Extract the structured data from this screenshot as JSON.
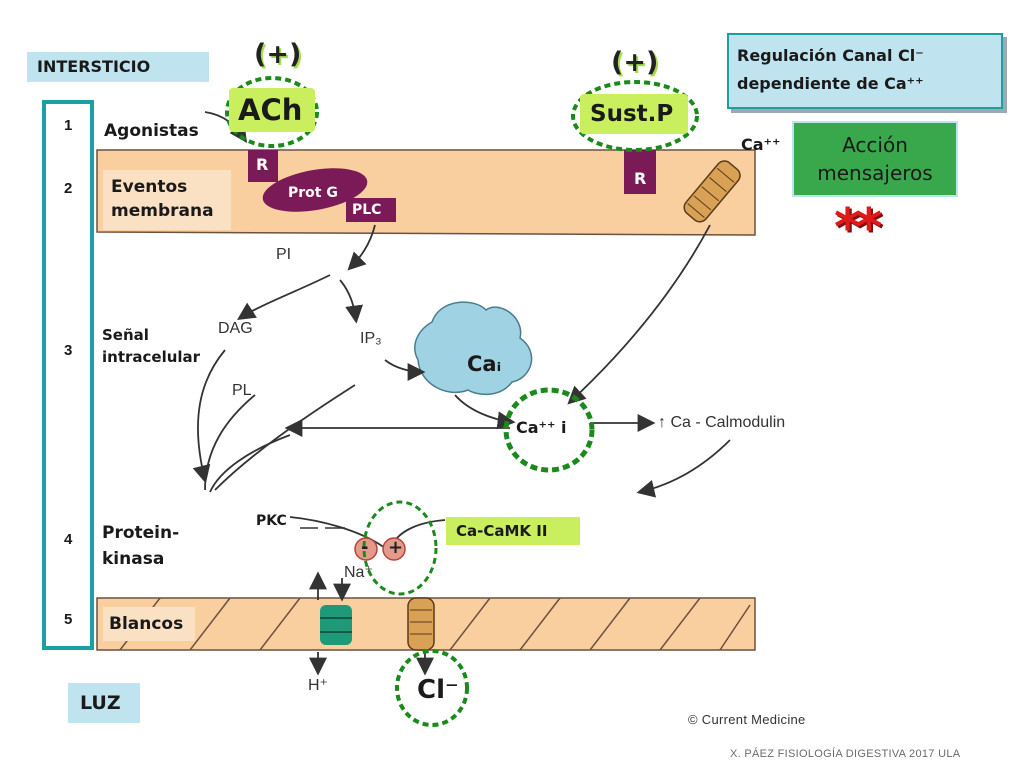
{
  "title_box": {
    "line1": "Regulación Canal Cl⁻",
    "line2": "dependiente de Ca⁺⁺"
  },
  "interstitium_label": "INTERSTICIO",
  "lumen_label": "LUZ",
  "stage_numbers": [
    "1",
    "2",
    "3",
    "4",
    "5"
  ],
  "stage_labels": {
    "agonists": "Agonistas",
    "membrane_events_1": "Eventos",
    "membrane_events_2": "membrana",
    "intracellular_signal_1": "Señal",
    "intracellular_signal_2": "intracelular",
    "protein_kinase_1": "Protein-",
    "protein_kinase_2": "kinasa",
    "targets": "Blancos"
  },
  "stimulus_left": {
    "sign": "(+)",
    "agonist": "ACh"
  },
  "stimulus_right": {
    "sign": "(+)",
    "agonist": "Sust.P"
  },
  "receptor_label": "R",
  "prot_g_label": "Prot G",
  "plc_label": "PLC",
  "ca_extracellular_label": "Ca⁺⁺",
  "messengers_box": {
    "line1": "Acción",
    "line2": "mensajeros"
  },
  "asterisks": "**",
  "pathway_labels": {
    "pi": "PI",
    "dag": "DAG",
    "ip3": "IP₃",
    "pl": "PL",
    "ca_store": "Caᵢ",
    "ca_intracellular": "Ca⁺⁺ i",
    "calmodulin": "↑ Ca - Calmodulin",
    "pkc": "PKC",
    "camk": "Ca-CaMK II",
    "na": "Na⁺",
    "minus": "-",
    "plus": "+",
    "h": "H⁺",
    "cl": "Cl⁻"
  },
  "copyright": "© Current Medicine",
  "footer": "X. PÁEZ   FISIOLOGÍA DIGESTIVA 2017  ULA",
  "colors": {
    "membrane": "#f9cfa0",
    "membrane_outline": "#6e5040",
    "receptor": "#7a1a57",
    "ca_store": "#9fd2e3",
    "green_box": "#39a84d",
    "dashed_circle": "#1a8a1a",
    "teal_bar": "#1aa0a0",
    "channel": "#d9a155",
    "exchanger": "#1f9a78",
    "lime_box": "#c9ee5e"
  }
}
